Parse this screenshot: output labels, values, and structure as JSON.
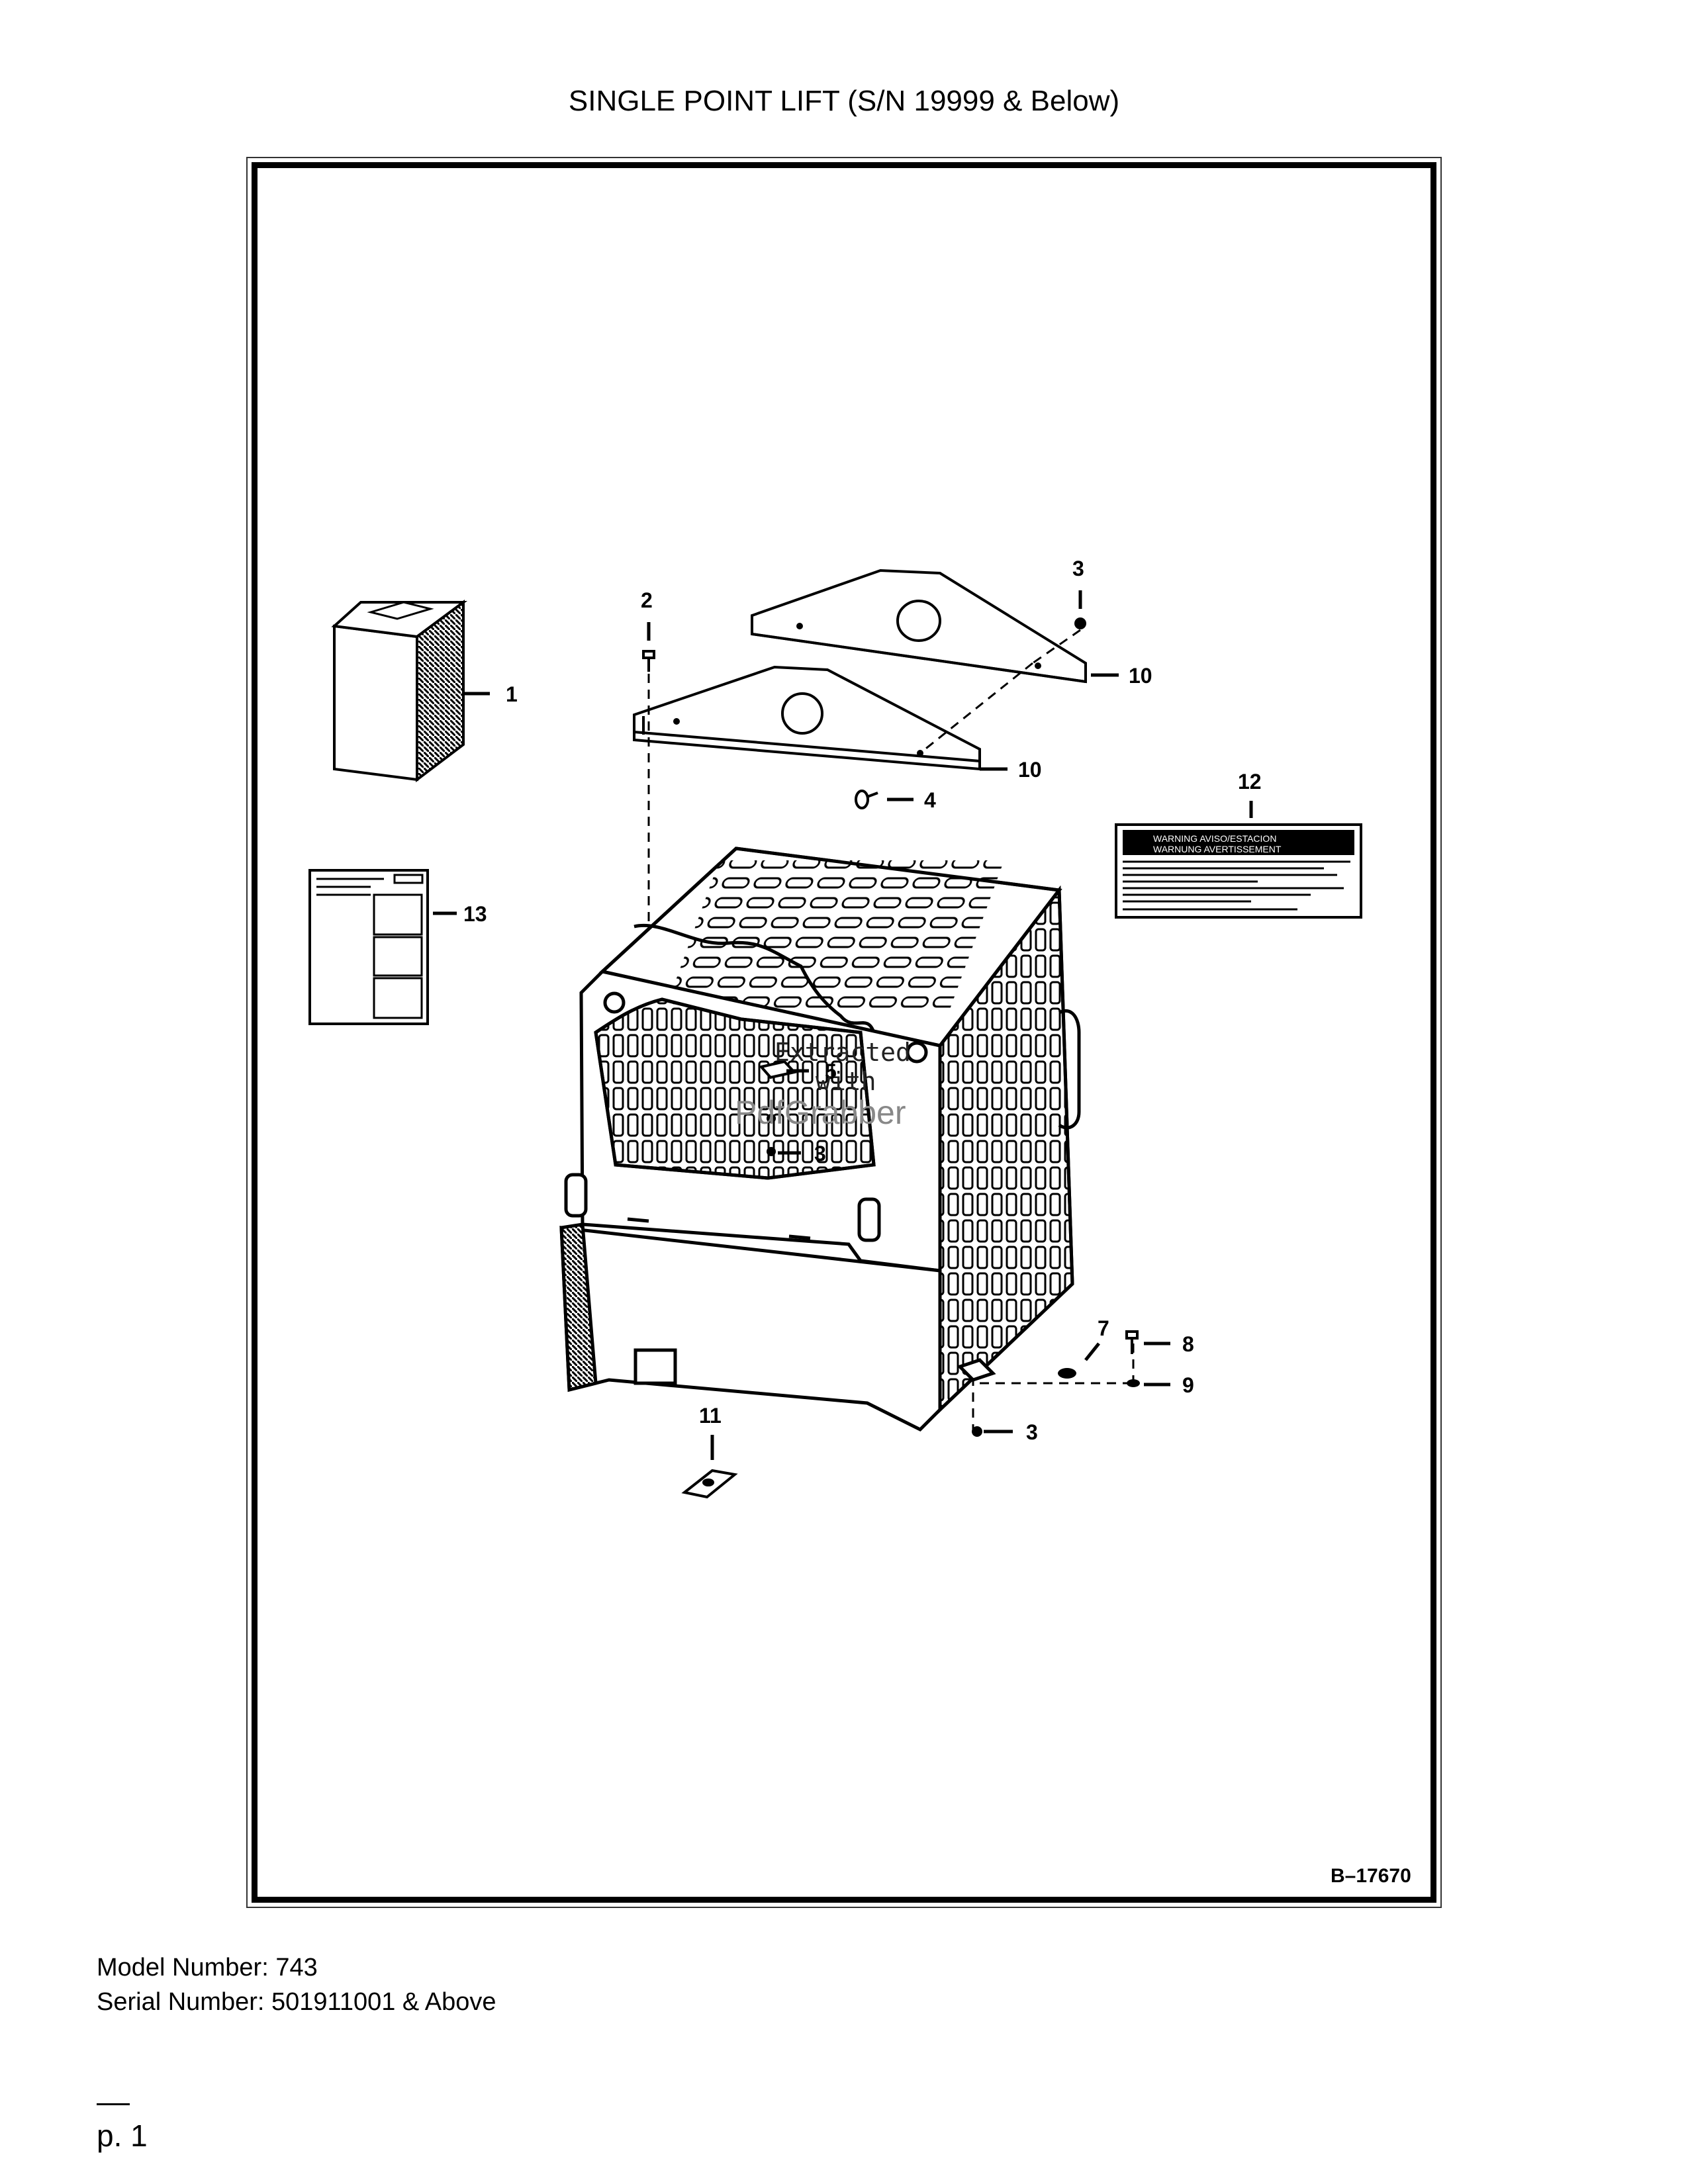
{
  "page": {
    "title": "SINGLE POINT LIFT (S/N 19999 & Below)",
    "figure_number": "B–17670",
    "model_line": "Model Number: 743",
    "serial_line": "Serial Number: 501911001 & Above",
    "page_label": "p. 1"
  },
  "callouts": {
    "c1": "1",
    "c2": "2",
    "c3a": "3",
    "c3b": "3",
    "c3c": "3",
    "c4": "4",
    "c5": "5",
    "c7": "7",
    "c8": "8",
    "c9": "9",
    "c10a": "10",
    "c10b": "10",
    "c11": "11",
    "c12": "12",
    "c13": "13"
  },
  "decal": {
    "header1": "WARNING AVISO/ESTACION",
    "header2": "WARNUNG AVERTISSEMENT"
  },
  "watermark": {
    "line1": "Extracted",
    "line2": "with",
    "line3": "PdfGrabber"
  }
}
